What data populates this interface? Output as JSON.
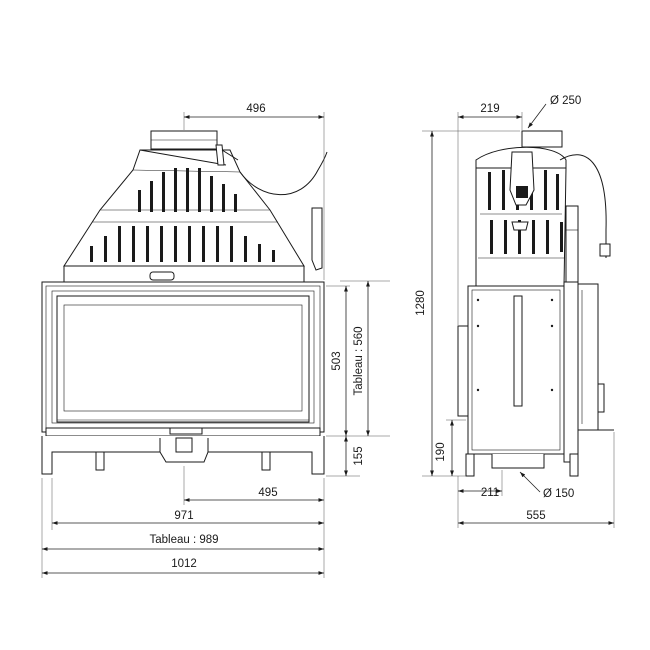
{
  "dimensions": {
    "top_flue_width": "496",
    "side_depth_top": "219",
    "flue_diameter_top": "Ø 250",
    "total_height": "1280",
    "glass_height": "503",
    "tableau_height": "Tableau : 560",
    "base_height_front": "155",
    "base_height_side": "190",
    "bottom_air_offset": "495",
    "bottom_air_offset_side": "211",
    "air_inlet_diameter": "Ø 150",
    "depth_total": "555",
    "glass_width": "971",
    "tableau_width": "Tableau : 989",
    "total_width": "1012"
  }
}
